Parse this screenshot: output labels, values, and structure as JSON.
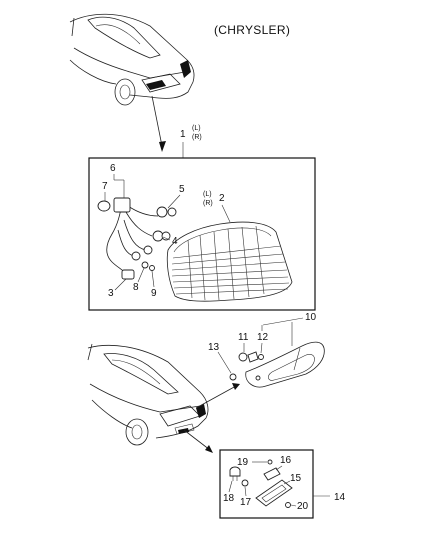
{
  "brand": "(CHRYSLER)",
  "side_left": "(L)",
  "side_right": "(R)",
  "callouts": {
    "c1": "1",
    "c2": "2",
    "c3": "3",
    "c4": "4",
    "c5": "5",
    "c6": "6",
    "c7": "7",
    "c8": "8",
    "c9": "9",
    "c10": "10",
    "c11": "11",
    "c12": "12",
    "c13": "13",
    "c14": "14",
    "c15": "15",
    "c16": "16",
    "c17": "17",
    "c18": "18",
    "c19": "19",
    "c20": "20"
  }
}
